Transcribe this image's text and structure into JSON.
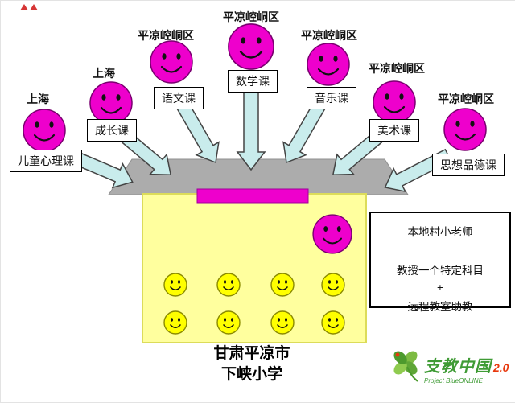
{
  "teachers": [
    {
      "location": "上海",
      "subject": "儿童心理课"
    },
    {
      "location": "上海",
      "subject": "成长课"
    },
    {
      "location": "平凉崆峒区",
      "subject": "语文课"
    },
    {
      "location": "平凉崆峒区",
      "subject": "数学课"
    },
    {
      "location": "平凉崆峒区",
      "subject": "音乐课"
    },
    {
      "location": "平凉崆峒区",
      "subject": "美术课"
    },
    {
      "location": "平凉崆峒区",
      "subject": "思想品德课"
    }
  ],
  "classroom": {
    "student_count": 8,
    "local_teacher_count": 1
  },
  "note_box": {
    "line1": "本地村小老师",
    "line2": "教授一个特定科目",
    "line3": "+",
    "line4": "远程教室助教"
  },
  "school": {
    "line1": "甘肃平凉市",
    "line2": "下峡小学"
  },
  "logo": {
    "title": "支教中国",
    "version": "2.0",
    "subtitle": "Project BlueONLINE"
  },
  "icons": {
    "teacher_face": "magenta-smiley-icon",
    "student_face": "yellow-smiley-icon",
    "arrow": "block-arrow-icon",
    "logo_mark": "clover-icon"
  },
  "colors": {
    "teacher_face": "#EE00CC",
    "student_face": "#FFFF00",
    "arrow_fill": "#C9ECEC",
    "screen_gray": "#ACACAC",
    "classroom_fill": "#FFFF9E",
    "logo_green": "#3F9B35",
    "logo_red": "#E8380D"
  }
}
